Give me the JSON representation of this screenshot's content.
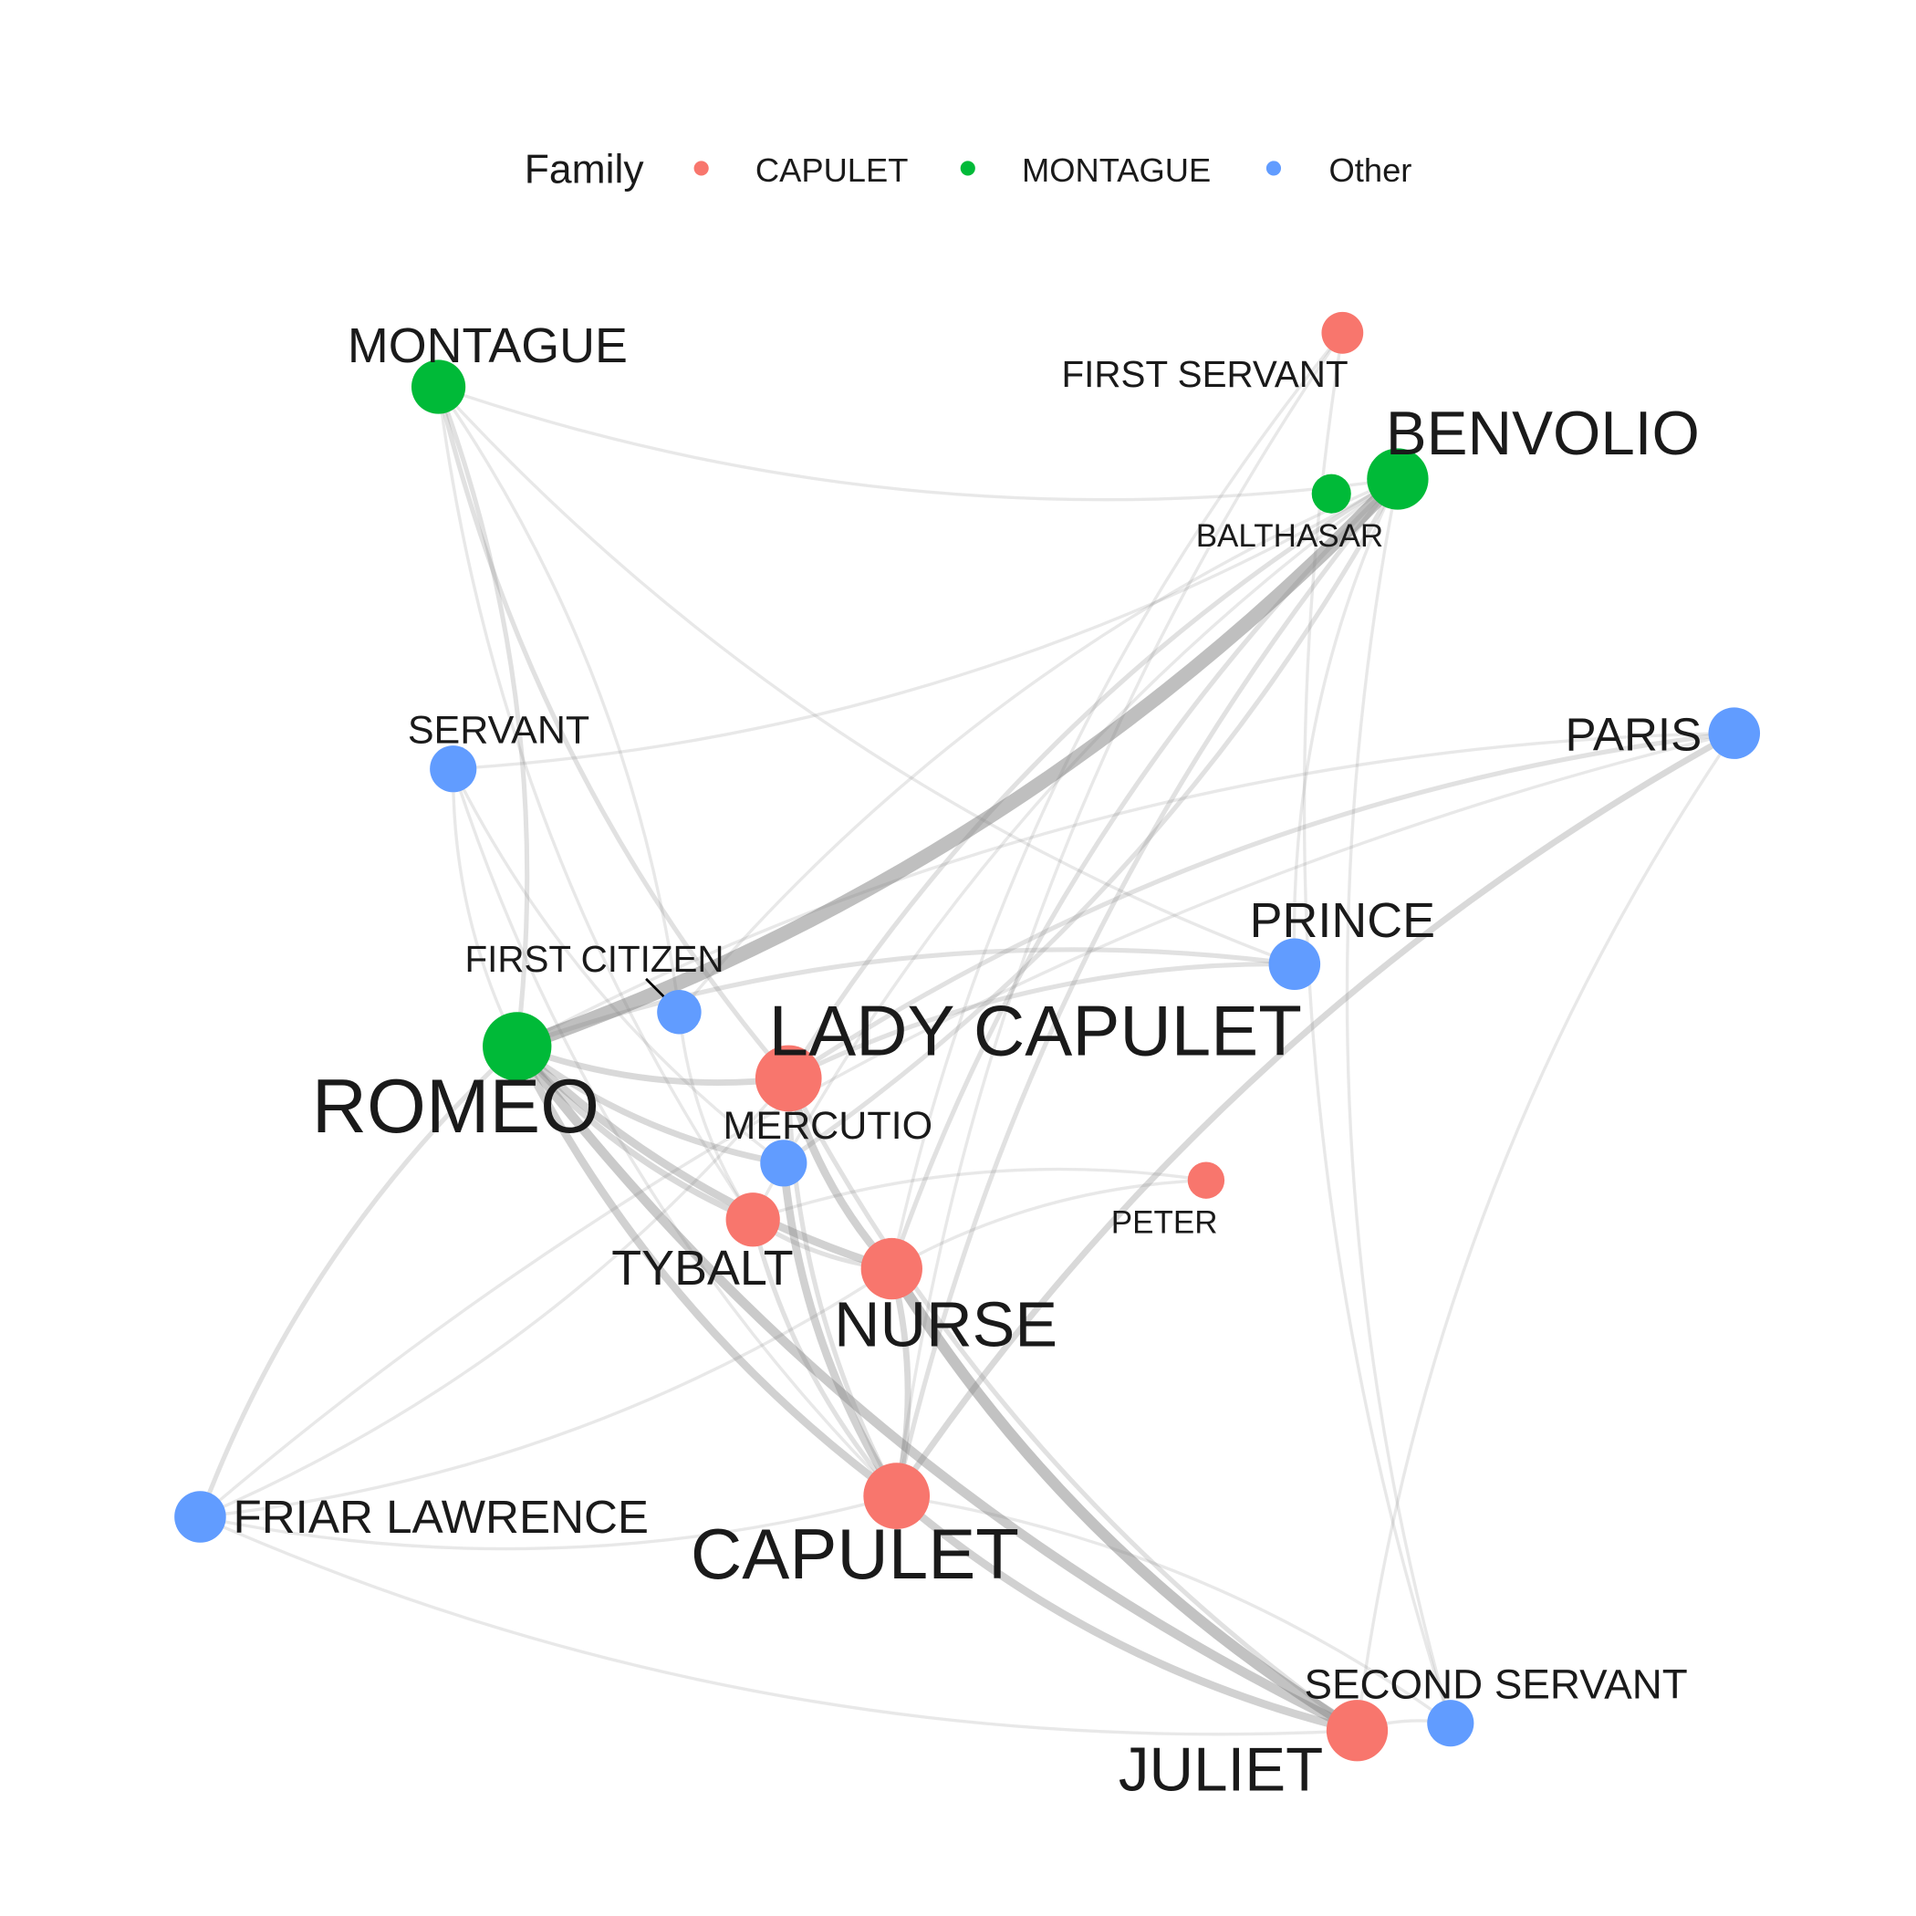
{
  "legend": {
    "title": "Family",
    "items": [
      {
        "label": "CAPULET",
        "color": "#F8766D"
      },
      {
        "label": "MONTAGUE",
        "color": "#00BA38"
      },
      {
        "label": "Other",
        "color": "#619CFF"
      }
    ]
  },
  "nodes": [
    {
      "id": "MONTAGUE",
      "label": "MONTAGUE",
      "family": "MONTAGUE",
      "degree": 5
    },
    {
      "id": "FIRST SERVANT",
      "label": "FIRST SERVANT",
      "family": "CAPULET",
      "degree": 3
    },
    {
      "id": "BENVOLIO",
      "label": "BENVOLIO",
      "family": "MONTAGUE",
      "degree": 7
    },
    {
      "id": "BALTHASAR",
      "label": "BALTHASAR",
      "family": "MONTAGUE",
      "degree": 2
    },
    {
      "id": "SERVANT",
      "label": "SERVANT",
      "family": "Other",
      "degree": 4
    },
    {
      "id": "PARIS",
      "label": "PARIS",
      "family": "Other",
      "degree": 5
    },
    {
      "id": "PRINCE",
      "label": "PRINCE",
      "family": "Other",
      "degree": 5
    },
    {
      "id": "FIRST CITIZEN",
      "label": "FIRST CITIZEN",
      "family": "Other",
      "degree": 3
    },
    {
      "id": "ROMEO",
      "label": "ROMEO",
      "family": "MONTAGUE",
      "degree": 10
    },
    {
      "id": "LADY CAPULET",
      "label": "LADY CAPULET",
      "family": "CAPULET",
      "degree": 9
    },
    {
      "id": "MERCUTIO",
      "label": "MERCUTIO",
      "family": "Other",
      "degree": 4
    },
    {
      "id": "PETER",
      "label": "PETER",
      "family": "CAPULET",
      "degree": 2
    },
    {
      "id": "TYBALT",
      "label": "TYBALT",
      "family": "CAPULET",
      "degree": 5
    },
    {
      "id": "NURSE",
      "label": "NURSE",
      "family": "CAPULET",
      "degree": 8
    },
    {
      "id": "FRIAR LAWRENCE",
      "label": "FRIAR LAWRENCE",
      "family": "Other",
      "degree": 5
    },
    {
      "id": "CAPULET",
      "label": "CAPULET",
      "family": "CAPULET",
      "degree": 9
    },
    {
      "id": "SECOND SERVANT",
      "label": "SECOND SERVANT",
      "family": "Other",
      "degree": 4
    },
    {
      "id": "JULIET",
      "label": "JULIET",
      "family": "CAPULET",
      "degree": 8
    }
  ],
  "edges": [
    {
      "s": "ROMEO",
      "t": "BENVOLIO",
      "w": 8
    },
    {
      "s": "NURSE",
      "t": "JULIET",
      "w": 6
    },
    {
      "s": "ROMEO",
      "t": "JULIET",
      "w": 5
    },
    {
      "s": "ROMEO",
      "t": "NURSE",
      "w": 4
    },
    {
      "s": "ROMEO",
      "t": "CAPULET",
      "w": 4
    },
    {
      "s": "MERCUTIO",
      "t": "CAPULET",
      "w": 4
    },
    {
      "s": "CAPULET",
      "t": "JULIET",
      "w": 4
    },
    {
      "s": "LADY CAPULET",
      "t": "NURSE",
      "w": 4
    },
    {
      "s": "ROMEO",
      "t": "LADY CAPULET",
      "w": 3
    },
    {
      "s": "ROMEO",
      "t": "TYBALT",
      "w": 3
    },
    {
      "s": "ROMEO",
      "t": "MERCUTIO",
      "w": 3
    },
    {
      "s": "PARIS",
      "t": "CAPULET",
      "w": 3
    },
    {
      "s": "CAPULET",
      "t": "NURSE",
      "w": 3
    },
    {
      "s": "ROMEO",
      "t": "MONTAGUE",
      "w": 2
    },
    {
      "s": "ROMEO",
      "t": "FRIAR LAWRENCE",
      "w": 2
    },
    {
      "s": "PARIS",
      "t": "LADY CAPULET",
      "w": 2
    },
    {
      "s": "BENVOLIO",
      "t": "CAPULET",
      "w": 2
    },
    {
      "s": "BENVOLIO",
      "t": "LADY CAPULET",
      "w": 2
    },
    {
      "s": "BENVOLIO",
      "t": "NURSE",
      "w": 2
    },
    {
      "s": "MONTAGUE",
      "t": "LADY CAPULET",
      "w": 2
    },
    {
      "s": "TYBALT",
      "t": "NURSE",
      "w": 2
    },
    {
      "s": "PRINCE",
      "t": "LADY CAPULET",
      "w": 2
    },
    {
      "s": "PRINCE",
      "t": "ROMEO",
      "w": 2
    },
    {
      "s": "MONTAGUE",
      "t": "BENVOLIO",
      "w": 1
    },
    {
      "s": "MONTAGUE",
      "t": "PRINCE",
      "w": 1
    },
    {
      "s": "MONTAGUE",
      "t": "TYBALT",
      "w": 1
    },
    {
      "s": "BENVOLIO",
      "t": "TYBALT",
      "w": 1
    },
    {
      "s": "BENVOLIO",
      "t": "PRINCE",
      "w": 1
    },
    {
      "s": "BENVOLIO",
      "t": "SECOND SERVANT",
      "w": 1
    },
    {
      "s": "BENVOLIO",
      "t": "FIRST CITIZEN",
      "w": 1
    },
    {
      "s": "FRIAR LAWRENCE",
      "t": "JULIET",
      "w": 1
    },
    {
      "s": "FRIAR LAWRENCE",
      "t": "CAPULET",
      "w": 1
    },
    {
      "s": "FRIAR LAWRENCE",
      "t": "LADY CAPULET",
      "w": 1
    },
    {
      "s": "FRIAR LAWRENCE",
      "t": "NURSE",
      "w": 1
    },
    {
      "s": "SERVANT",
      "t": "ROMEO",
      "w": 1
    },
    {
      "s": "SERVANT",
      "t": "BENVOLIO",
      "w": 1
    },
    {
      "s": "SERVANT",
      "t": "CAPULET",
      "w": 1
    },
    {
      "s": "SERVANT",
      "t": "MERCUTIO",
      "w": 1
    },
    {
      "s": "PARIS",
      "t": "JULIET",
      "w": 1
    },
    {
      "s": "PARIS",
      "t": "ROMEO",
      "w": 1
    },
    {
      "s": "PARIS",
      "t": "FRIAR LAWRENCE",
      "w": 1
    },
    {
      "s": "FIRST SERVANT",
      "t": "CAPULET",
      "w": 1
    },
    {
      "s": "FIRST SERVANT",
      "t": "NURSE",
      "w": 1
    },
    {
      "s": "FIRST SERVANT",
      "t": "SECOND SERVANT",
      "w": 1
    },
    {
      "s": "PETER",
      "t": "NURSE",
      "w": 1
    },
    {
      "s": "PETER",
      "t": "TYBALT",
      "w": 1
    },
    {
      "s": "LADY CAPULET",
      "t": "JULIET",
      "w": 2
    },
    {
      "s": "LADY CAPULET",
      "t": "CAPULET",
      "w": 2
    },
    {
      "s": "TYBALT",
      "t": "CAPULET",
      "w": 2
    },
    {
      "s": "MERCUTIO",
      "t": "BENVOLIO",
      "w": 2
    },
    {
      "s": "SECOND SERVANT",
      "t": "CAPULET",
      "w": 1
    },
    {
      "s": "SECOND SERVANT",
      "t": "JULIET",
      "w": 1
    },
    {
      "s": "FIRST CITIZEN",
      "t": "MONTAGUE",
      "w": 1
    },
    {
      "s": "FIRST CITIZEN",
      "t": "TYBALT",
      "w": 1
    }
  ]
}
